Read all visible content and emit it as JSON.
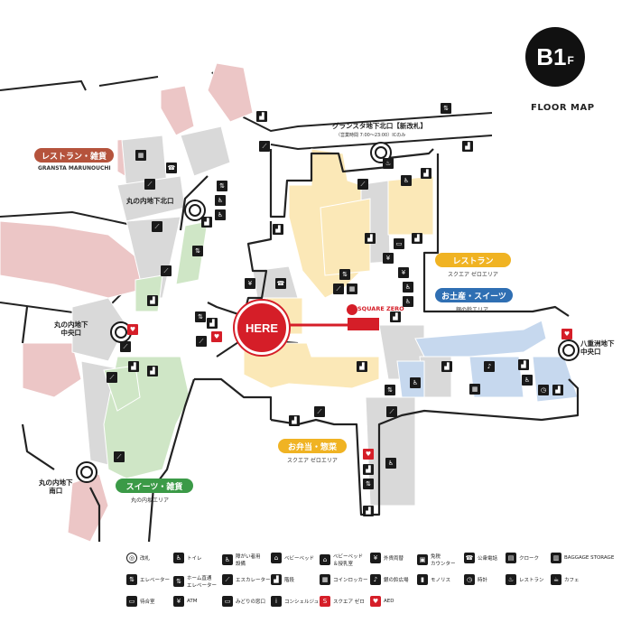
{
  "badge": {
    "floor": "B1",
    "suffix": "F",
    "caption": "FLOOR MAP"
  },
  "here": "HERE",
  "square_zero_logo": "SQUARE ZERO",
  "areas": {
    "restaurant_granstamarunouchi": {
      "label": "レストラン・雑貨",
      "sub": "GRANSTA MARUNOUCHI",
      "color": "#b5533c"
    },
    "restaurant_square": {
      "label": "レストラン",
      "sub": "スクエア ゼロエリア",
      "color": "#f0b323"
    },
    "souvenir": {
      "label": "お土産・スイーツ",
      "sub": "銀の鈴エリア",
      "color": "#2f6fb3"
    },
    "bento": {
      "label": "お弁当・惣菜",
      "sub": "スクエア ゼロエリア",
      "color": "#f0b323"
    },
    "sweets": {
      "label": "スイーツ・雑貨",
      "sub": "丸の内坂エリア",
      "color": "#3b9a47"
    }
  },
  "gates": {
    "marunouchi_north": "丸の内地下北口",
    "marunouchi_central": "丸の内地下\n中央口",
    "marunouchi_south": "丸の内地下\n南口",
    "yaesu_central": "八重洲地下\n中央口",
    "gransta_north": "グランスタ地下北口【新改札】",
    "gransta_hours": "（営業時間 7:00〜23:00）ICのみ"
  },
  "legend": [
    {
      "icon": "ticket-gate-icon",
      "glyph": "◎",
      "label": "改札"
    },
    {
      "icon": "restroom-icon",
      "glyph": "♿",
      "label": "トイレ"
    },
    {
      "icon": "accessible-restroom-icon",
      "glyph": "♿",
      "label": "障がい者用\n設備"
    },
    {
      "icon": "baby-bed-icon",
      "glyph": "⌂",
      "label": "ベビーベッド"
    },
    {
      "icon": "nursing-room-icon",
      "glyph": "⌂",
      "label": "ベビーベッド\n＆授乳室"
    },
    {
      "icon": "currency-exchange-icon",
      "glyph": "¥",
      "label": "外貨両替"
    },
    {
      "icon": "baggage-counter-icon",
      "glyph": "▣",
      "label": "免税\nカウンター"
    },
    {
      "icon": "phone-icon",
      "glyph": "☎",
      "label": "公衆電話"
    },
    {
      "icon": "cloak-icon",
      "glyph": "▤",
      "label": "クローク"
    },
    {
      "icon": "baggage-storage-icon",
      "glyph": "▥",
      "label": "BAGGAGE STORAGE"
    },
    {
      "icon": "elevator-icon",
      "glyph": "⇅",
      "label": "エレベーター"
    },
    {
      "icon": "platform-elevator-icon",
      "glyph": "⇅",
      "label": "ホーム直通\nエレベーター"
    },
    {
      "icon": "escalator-icon",
      "glyph": "⟋",
      "label": "エスカレーター"
    },
    {
      "icon": "stairs-icon",
      "glyph": "▟",
      "label": "階段"
    },
    {
      "icon": "coin-locker-icon",
      "glyph": "▦",
      "label": "コインロッカー"
    },
    {
      "icon": "silver-bell-icon",
      "glyph": "♪",
      "label": "銀の鈴広場"
    },
    {
      "icon": "monolith-icon",
      "glyph": "▮",
      "label": "モノリス"
    },
    {
      "icon": "clock-icon",
      "glyph": "◷",
      "label": "時計"
    },
    {
      "icon": "restaurant-icon",
      "glyph": "♨",
      "label": "レストラン"
    },
    {
      "icon": "cafe-icon",
      "glyph": "☕",
      "label": "カフェ"
    },
    {
      "icon": "waiting-room-icon",
      "glyph": "▭",
      "label": "待合室"
    },
    {
      "icon": "atm-icon",
      "glyph": "¥",
      "label": "ATM"
    },
    {
      "icon": "green-window-icon",
      "glyph": "▭",
      "label": "みどりの窓口"
    },
    {
      "icon": "concierge-icon",
      "glyph": "i",
      "label": "コンシェルジュ"
    },
    {
      "icon": "square-zero-icon",
      "glyph": "S",
      "label": "スクエア ゼロ"
    },
    {
      "icon": "aed-icon",
      "glyph": "♥",
      "label": "AED"
    }
  ],
  "map_colors": {
    "pink": "#ecc6c6",
    "yellow": "#fbe8b7",
    "blue": "#c6d8ee",
    "green": "#cfe6c6",
    "gray": "#d9d9d9",
    "red": "#d51e28"
  }
}
